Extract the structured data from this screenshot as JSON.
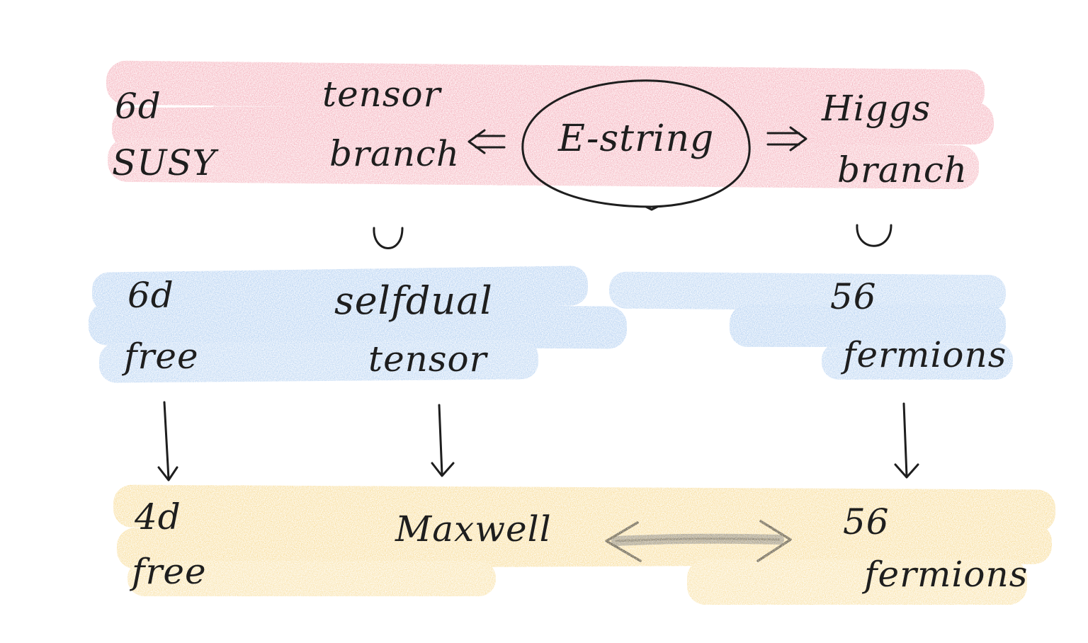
{
  "colors": {
    "top_band": "#f29aa8",
    "middle_band": "#9ec3ee",
    "bottom_band": "#f6d27a",
    "ink": "#1e1e1e",
    "pencil_grey": "#8e8e8e"
  },
  "top_row": {
    "left_label_line1": "6d",
    "left_label_line2": "SUSY",
    "tensor_branch_line1": "tensor",
    "tensor_branch_line2": "branch",
    "center_label": "E-string",
    "higgs_branch_line1": "Higgs",
    "higgs_branch_line2": "branch"
  },
  "middle_row": {
    "left_label_line1": "6d",
    "left_label_line2": "free",
    "tensor_line1": "selfdual",
    "tensor_line2": "tensor",
    "fermions_line1": "56",
    "fermions_line2": "fermions"
  },
  "bottom_row": {
    "left_label_line1": "4d",
    "left_label_line2": "free",
    "maxwell_label": "Maxwell",
    "fermions_line1": "56",
    "fermions_line2": "fermions"
  },
  "symbols": {
    "left_implies_icon": "double-arrow-left-icon",
    "right_implies_icon": "double-arrow-right-icon",
    "subset_icon": "subset-u-icon",
    "down_arrow_icon": "down-arrow-icon",
    "duality_icon": "double-headed-arrow-icon"
  }
}
